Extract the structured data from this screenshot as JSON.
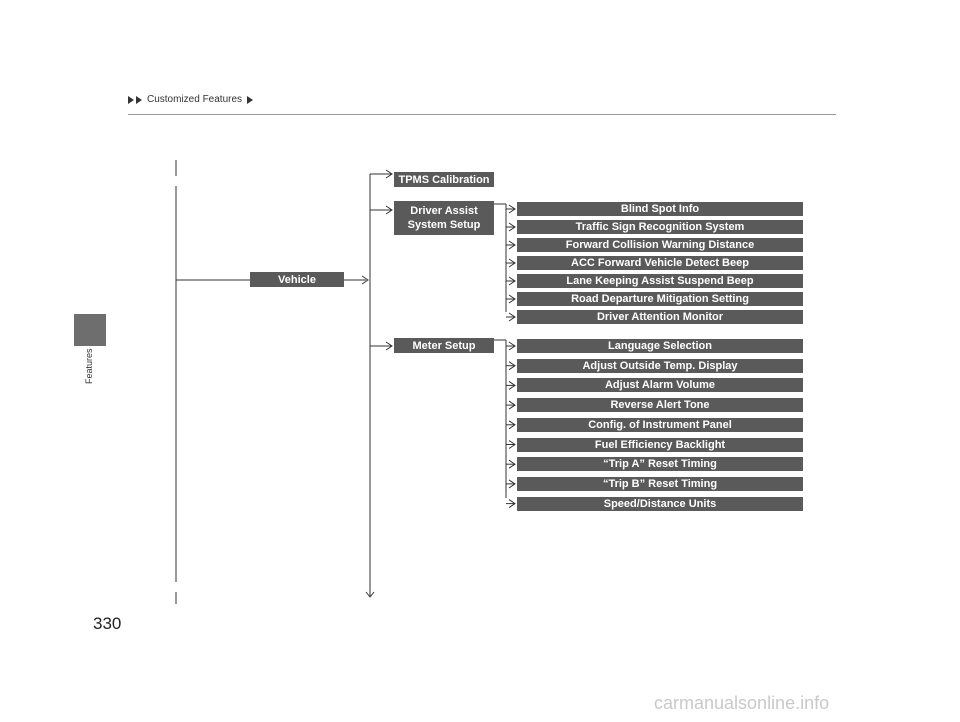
{
  "header": {
    "title": "Customized Features"
  },
  "sidebar": {
    "section_label": "Features"
  },
  "page": {
    "number": "330"
  },
  "diagram": {
    "root": "Vehicle",
    "level1": [
      "TPMS Calibration",
      "Driver Assist System Setup",
      "Meter Setup"
    ],
    "driver_assist_items": [
      "Blind Spot Info",
      "Traffic Sign Recognition System",
      "Forward Collision Warning Distance",
      "ACC Forward Vehicle Detect Beep",
      "Lane Keeping Assist Suspend Beep",
      "Road Departure Mitigation Setting",
      "Driver Attention Monitor"
    ],
    "meter_items": [
      "Language Selection",
      "Adjust Outside Temp. Display",
      "Adjust Alarm Volume",
      "Reverse Alert Tone",
      "Config. of Instrument Panel",
      "Fuel Efficiency Backlight",
      "“Trip A” Reset Timing",
      "“Trip B” Reset Timing",
      "Speed/Distance Units"
    ]
  },
  "footer": {
    "watermark": "carmanualsonline.info"
  },
  "colors": {
    "box_fill": "#5a5a5a",
    "box_text": "#ffffff",
    "line": "#333333"
  }
}
